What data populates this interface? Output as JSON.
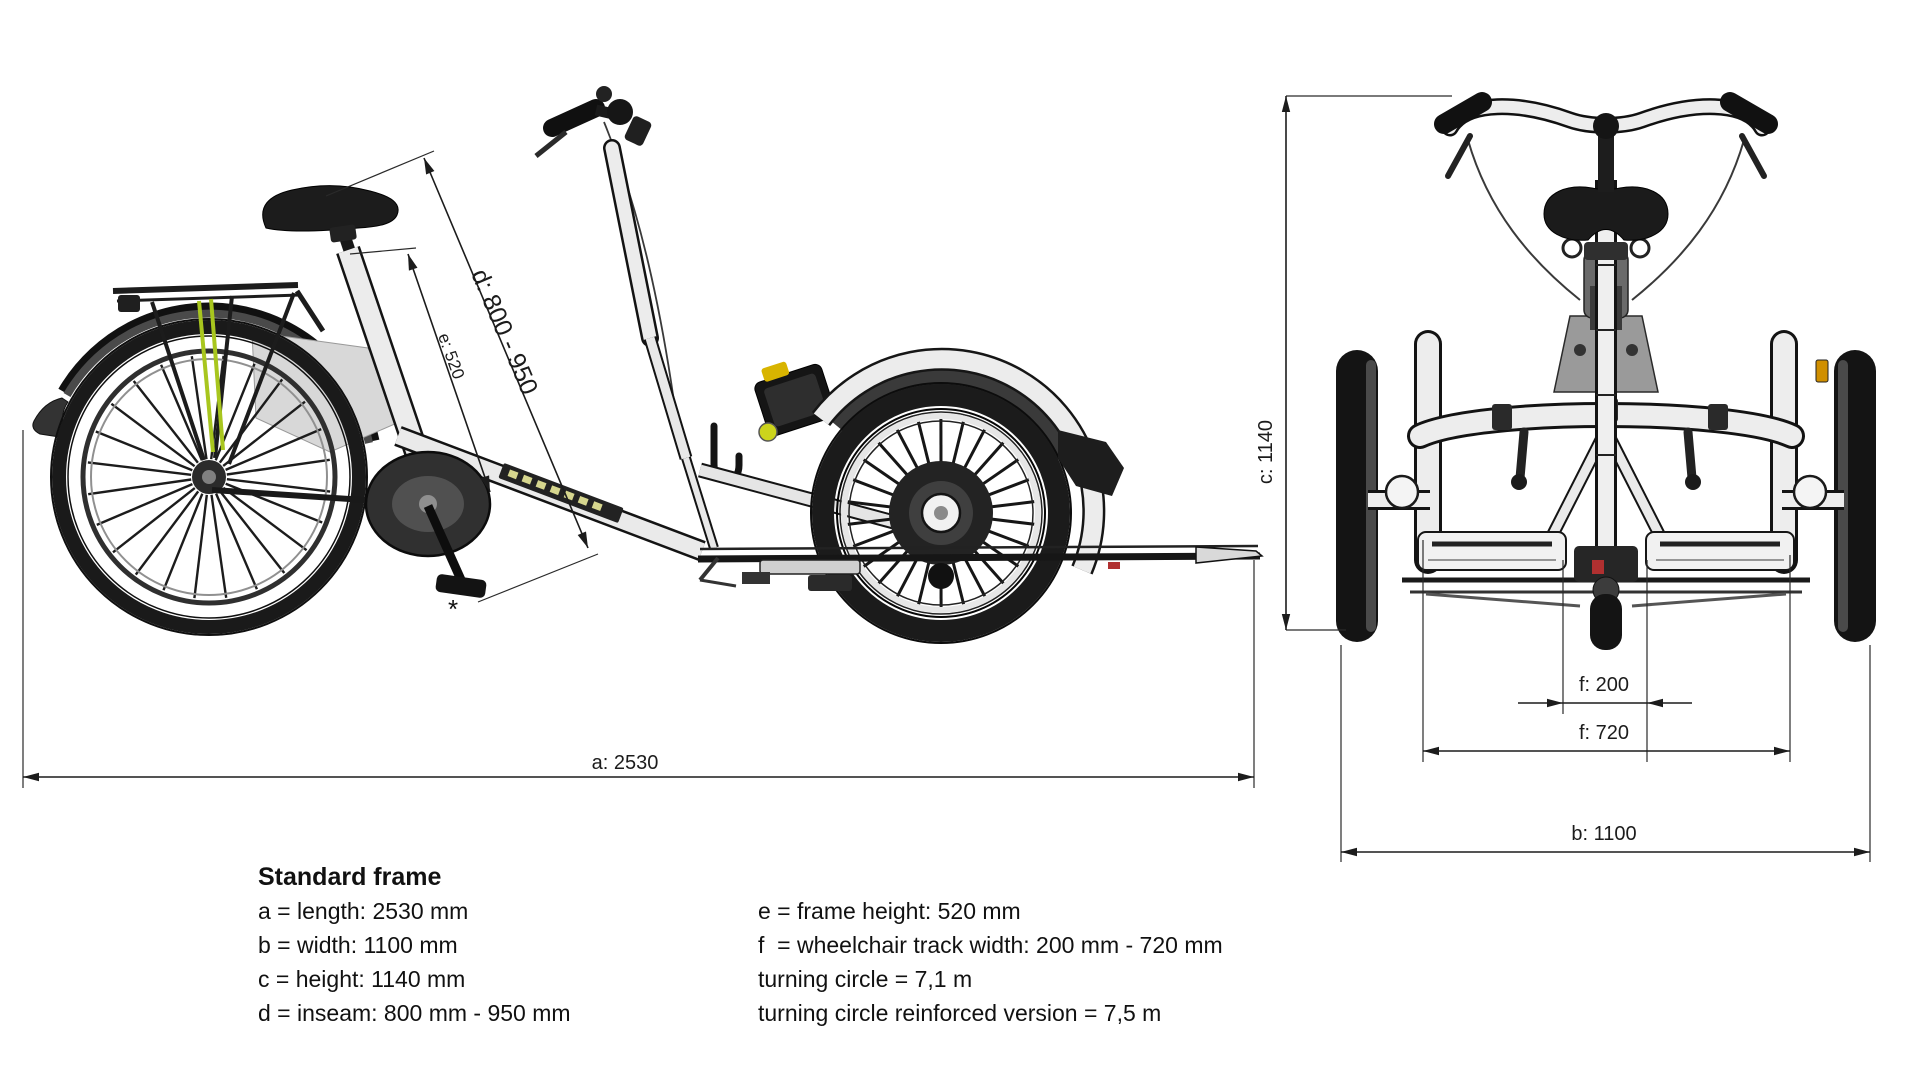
{
  "drawing": {
    "side_view": {
      "dim_a": "a: 2530",
      "dim_d": "d: 800 - 950",
      "dim_e": "e: 520",
      "pedal_marker": "*"
    },
    "front_view": {
      "dim_c": "c: 1140",
      "dim_f_track_min": "f: 200",
      "dim_f_track_max": "f: 720",
      "dim_b": "b: 1100"
    }
  },
  "specs": {
    "title": "Standard frame",
    "left_column": [
      "a = length: 2530 mm",
      "b = width: 1100 mm",
      "c = height: 1140 mm",
      "d = inseam: 800 mm - 950 mm"
    ],
    "right_column": [
      "e = frame height: 520 mm",
      "f  = wheelchair track width: 200 mm - 720 mm",
      "turning circle = 7,1 m",
      "turning circle reinforced version = 7,5 m"
    ]
  },
  "colors": {
    "line": "#1c1c1c",
    "accent_green": "#a8c61e",
    "accent_yellow": "#ccd41c",
    "accent_amber": "#d08f00",
    "accent_red": "#b03030"
  }
}
